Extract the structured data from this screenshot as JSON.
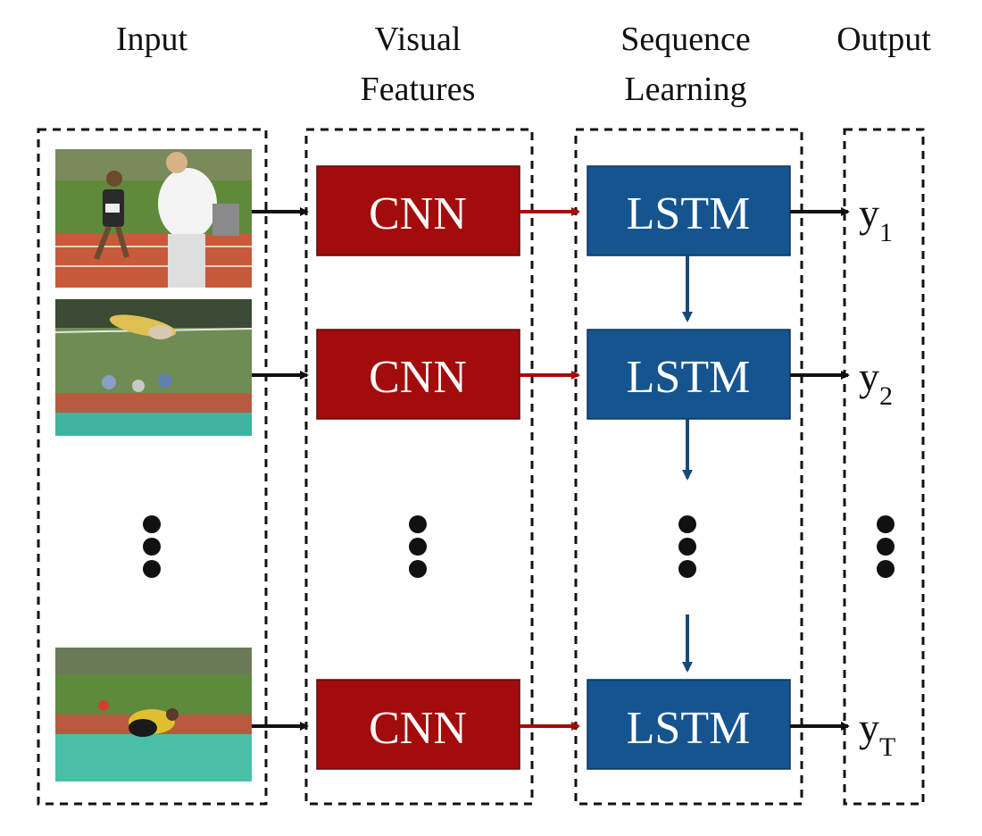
{
  "headers": {
    "input": "Input",
    "visual_line1": "Visual",
    "visual_line2": "Features",
    "sequence_line1": "Sequence",
    "sequence_line2": "Learning",
    "output": "Output"
  },
  "rows": [
    {
      "cnn_label": "CNN",
      "lstm_label": "LSTM",
      "output_base": "y",
      "output_sub": "1",
      "frame": "frame-sprinter-icon"
    },
    {
      "cnn_label": "CNN",
      "lstm_label": "LSTM",
      "output_base": "y",
      "output_sub": "2",
      "frame": "frame-high-jump-icon"
    },
    {
      "cnn_label": "CNN",
      "lstm_label": "LSTM",
      "output_base": "y",
      "output_sub": "T",
      "frame": "frame-landing-icon"
    }
  ],
  "colors": {
    "cnn_fill": "#a30c0c",
    "lstm_fill": "#15548f",
    "cnn_to_lstm_arrow": "#a30c0c",
    "lstm_recurrent_arrow": "#1a4a7a",
    "black_arrow": "#111111"
  }
}
